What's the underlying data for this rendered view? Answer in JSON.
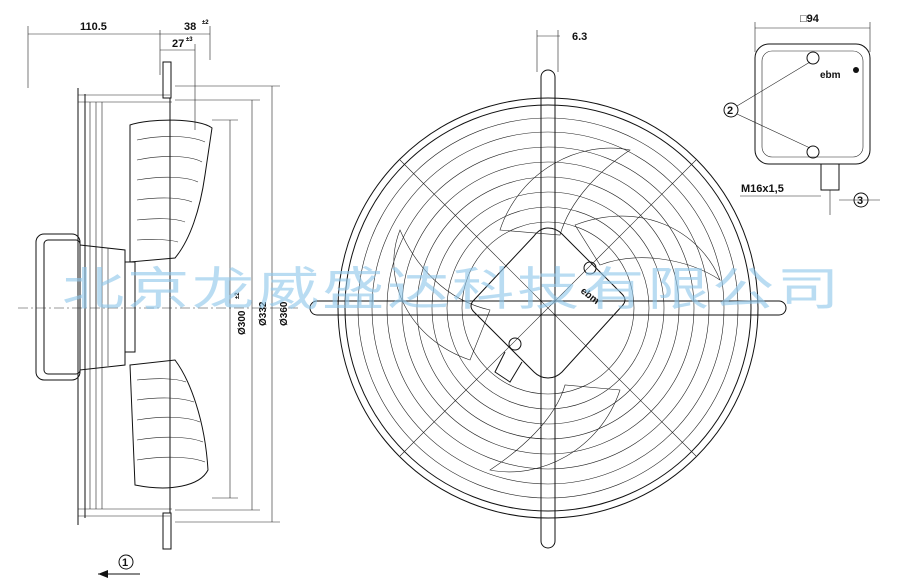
{
  "dimensions": {
    "overall_depth": "110.5",
    "hub_depth": "38",
    "hub_depth_tol": "±2",
    "blade_depth": "27",
    "blade_depth_tol": "±3",
    "dia_300": "Ø300",
    "dia_300_tol": "±2",
    "dia_332": "Ø332",
    "dia_360": "Ø360",
    "spoke_width": "6.3",
    "box_size": "□94",
    "thread": "M16x1,5"
  },
  "callouts": {
    "c1": "1",
    "c2": "2",
    "c3": "3"
  },
  "brand": {
    "logo_box": "ebm",
    "logo_hub": "ebm"
  },
  "watermark": {
    "text": "北京龙威盛达科技有限公司",
    "color": "#8ec6ea"
  }
}
